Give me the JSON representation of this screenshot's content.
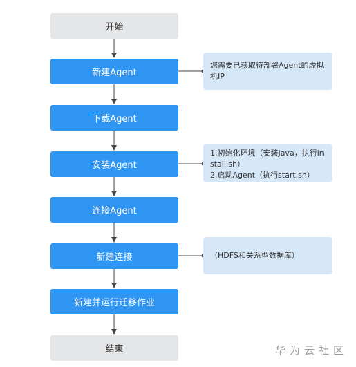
{
  "steps": [
    {
      "label": "开始",
      "kind": "terminal"
    },
    {
      "label": "新建Agent",
      "kind": "process"
    },
    {
      "label": "下载Agent",
      "kind": "process"
    },
    {
      "label": "安装Agent",
      "kind": "process"
    },
    {
      "label": "连接Agent",
      "kind": "process"
    },
    {
      "label": "新建连接",
      "kind": "process"
    },
    {
      "label": "新建并运行迁移作业",
      "kind": "process"
    },
    {
      "label": "结束",
      "kind": "terminal"
    }
  ],
  "notes": {
    "create_agent": [
      "您需要已获取待部署Agent的虚拟机IP"
    ],
    "install_agent": [
      "1.初始化环境（安装Java，执行install.sh）",
      "2.启动Agent（执行start.sh）"
    ],
    "create_connection": [
      "（HDFS和关系型数据库）"
    ]
  },
  "watermark": "华为云社区",
  "colors": {
    "process_fill": "#2f95f3",
    "terminal_fill": "#e5e6e8",
    "note_fill": "#d6e7f8",
    "connector": "#444444"
  }
}
